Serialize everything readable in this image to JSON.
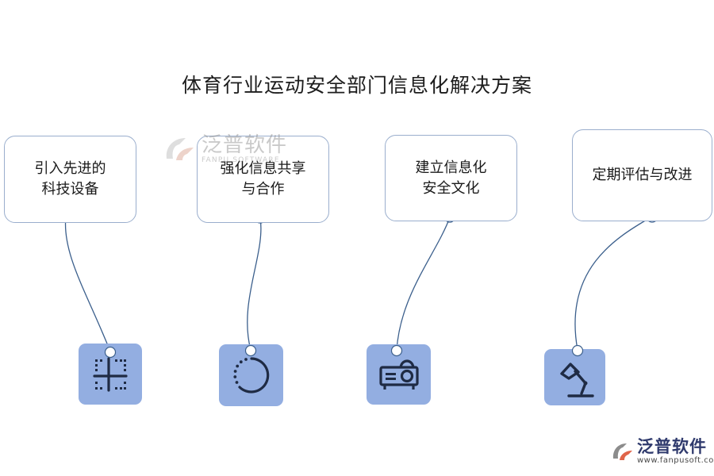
{
  "title": "体育行业运动安全部门信息化解决方案",
  "steps": [
    {
      "label": "引入先进的\n科技设备",
      "icon": "grid-icon"
    },
    {
      "label": "强化信息共享\n与合作",
      "icon": "circle-progress-icon"
    },
    {
      "label": "建立信息化\n安全文化",
      "icon": "projector-icon"
    },
    {
      "label": "定期评估与改进",
      "icon": "desk-lamp-icon"
    }
  ],
  "watermark": {
    "cn": "泛普软件",
    "en": "FANPU SOFTWARE",
    "url": "www.fanpusoft.com"
  },
  "colors": {
    "tile": "#93aee1",
    "box_border": "#9aaecd",
    "connector": "#3b5f8c",
    "icon": "#1f2b44"
  }
}
